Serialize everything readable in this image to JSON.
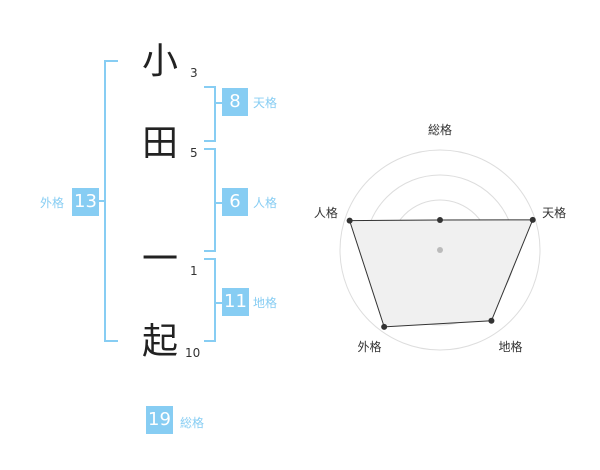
{
  "name": {
    "chars": [
      {
        "char": "小",
        "strokes": "3"
      },
      {
        "char": "田",
        "strokes": "5"
      },
      {
        "char": "一",
        "strokes": "1"
      },
      {
        "char": "起",
        "strokes": "10"
      }
    ]
  },
  "fortune": {
    "tenkaku": {
      "value": "8",
      "label": "天格"
    },
    "jinkaku": {
      "value": "6",
      "label": "人格"
    },
    "chikaku": {
      "value": "11",
      "label": "地格"
    },
    "gaikaku": {
      "value": "13",
      "label": "外格"
    },
    "soukaku": {
      "value": "19",
      "label": "総格"
    }
  },
  "colors": {
    "accent": "#87cdf3"
  },
  "chart_data": {
    "type": "radar",
    "axes": [
      "総格",
      "天格",
      "地格",
      "外格",
      "人格"
    ],
    "values": [
      1.2,
      3.9,
      3.5,
      3.8,
      3.8
    ],
    "range": [
      0,
      4
    ],
    "rings": 4,
    "grid": true
  }
}
